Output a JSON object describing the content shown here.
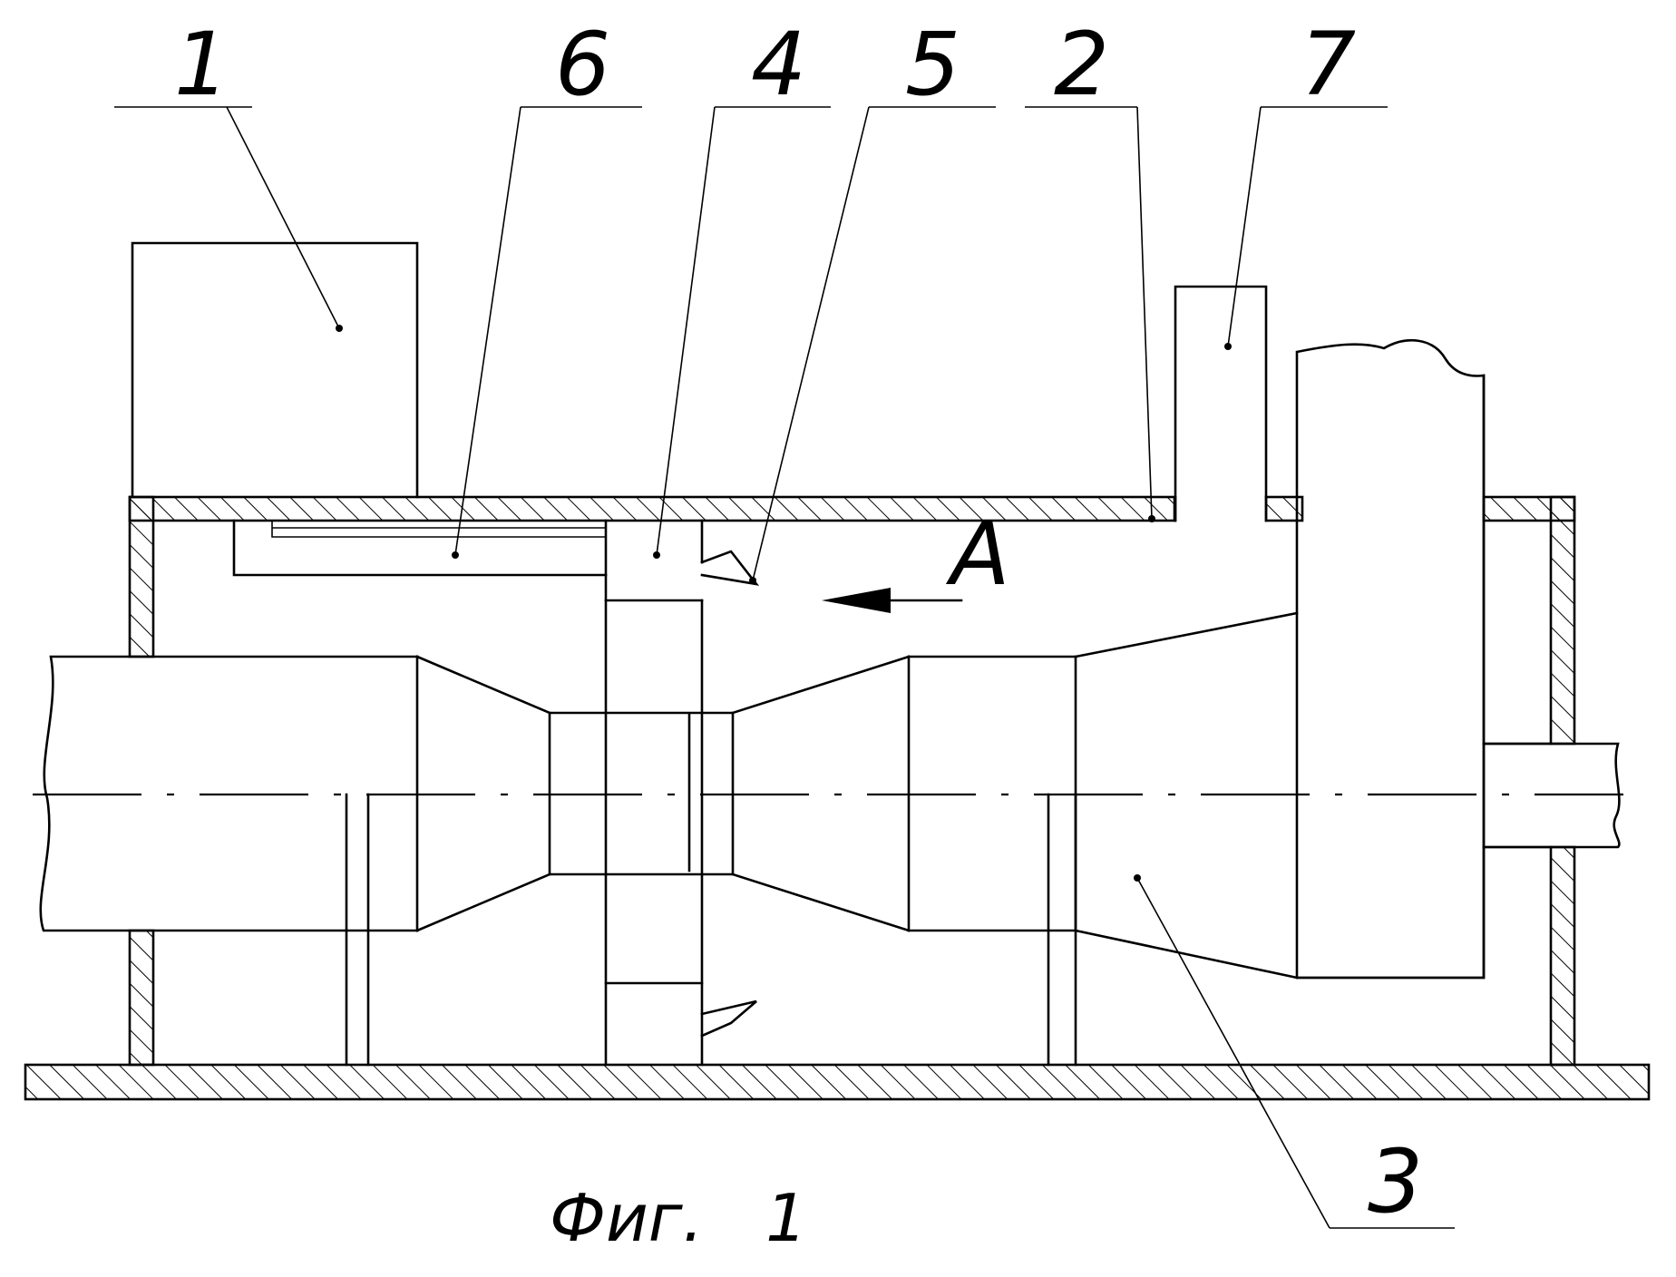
{
  "figure": {
    "caption": "Фиг.   1",
    "callouts": {
      "c1": "1",
      "c2": "2",
      "c3": "3",
      "c4": "4",
      "c5": "5",
      "c6": "6",
      "c7": "7"
    },
    "flow_label": "A"
  },
  "colors": {
    "line": "#000000",
    "background": "#ffffff"
  }
}
